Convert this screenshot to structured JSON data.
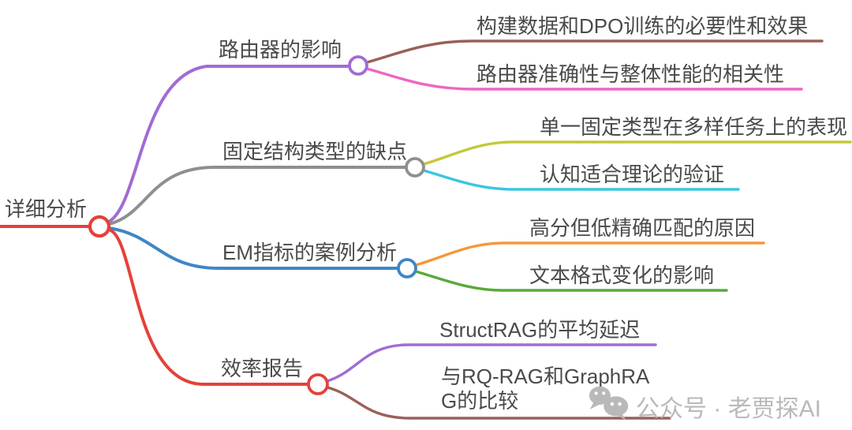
{
  "root": {
    "label": "详细分析",
    "color": "#e54139"
  },
  "branches": [
    {
      "label": "路由器的影响",
      "color": "#a06cd4",
      "children": [
        {
          "label": "构建数据和DPO训练的必要性和效果",
          "color": "#9a6058"
        },
        {
          "label": "路由器准确性与整体性能的相关性",
          "color": "#ee66c3"
        }
      ]
    },
    {
      "label": "固定结构类型的缺点",
      "color": "#8f8f8f",
      "children": [
        {
          "label": "单一固定类型在多样任务上的表现",
          "color": "#c3c937"
        },
        {
          "label": "认知适合理论的验证",
          "color": "#3cc5df"
        }
      ]
    },
    {
      "label": "EM指标的案例分析",
      "color": "#3e86c6",
      "children": [
        {
          "label": "高分但低精确匹配的原因",
          "color": "#f8963a"
        },
        {
          "label": "文本格式变化的影响",
          "color": "#57aa3a"
        }
      ]
    },
    {
      "label": "效率报告",
      "color": "#e54139",
      "children": [
        {
          "label": "StructRAG的平均延迟",
          "color": "#a06cd4"
        },
        {
          "label": "与RQ-RAG和GraphRAG的比较",
          "color": "#9a6058"
        }
      ]
    }
  ],
  "watermark": {
    "icon": "wechat-icon",
    "text": "公众号 · 老贾探AI",
    "color": "#b9b9b9"
  },
  "colors": {
    "background": "#ffffff",
    "text": "#4a4a4a"
  }
}
